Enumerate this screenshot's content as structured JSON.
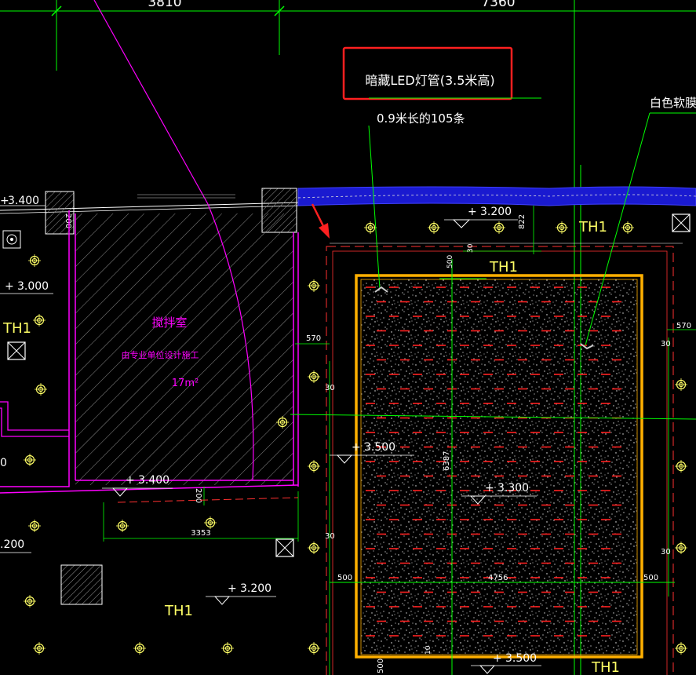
{
  "dims": {
    "top_left": "3810",
    "top_right": "7360",
    "d822": "822",
    "d30_top": "30",
    "d500_top": "500",
    "d570_left": "570",
    "d570_right": "570",
    "d30_left1": "30",
    "d30_left2": "30",
    "d30_right1": "30",
    "d30_right2": "30",
    "d6387": "6387",
    "d500_left": "500",
    "d4756": "4756",
    "d500_right": "500",
    "d10": "10",
    "d500_bottom": "500",
    "d200_top": "200",
    "d200_mid": "200",
    "d3353": "3353"
  },
  "elevations": {
    "e3400_tl": "3.400",
    "e3000": "3.000",
    "e3200_top": "3.200",
    "e3500_left": "3.500",
    "e3300": "3.300",
    "e3400_room": "3.400",
    "e3200_bl": "3.200",
    "e3500_bottom": "3.500",
    "e200_left": ".200",
    "e0_left": "0"
  },
  "labels": {
    "th1_top_right": "TH1",
    "th1_box_top": "TH1",
    "th1_left": "TH1",
    "th1_bottom_left": "TH1",
    "th1_bottom_right": "TH1"
  },
  "notes": {
    "led_title": "暗藏LED灯管(3.5米高)",
    "led_sub": "0.9米长的105条",
    "ceiling": "白色软膜天"
  },
  "room": {
    "name": "搅拌室",
    "note": "由专业单位设计施工",
    "area": "17m²"
  },
  "colors": {
    "background": "#000000",
    "dimension": "#00ff00",
    "wall": "#ff00ff",
    "frame": "#ffb000",
    "highlight": "#ff2020",
    "text": "#ffffff",
    "light": "#ffff66",
    "curtain": "#2020ff"
  }
}
